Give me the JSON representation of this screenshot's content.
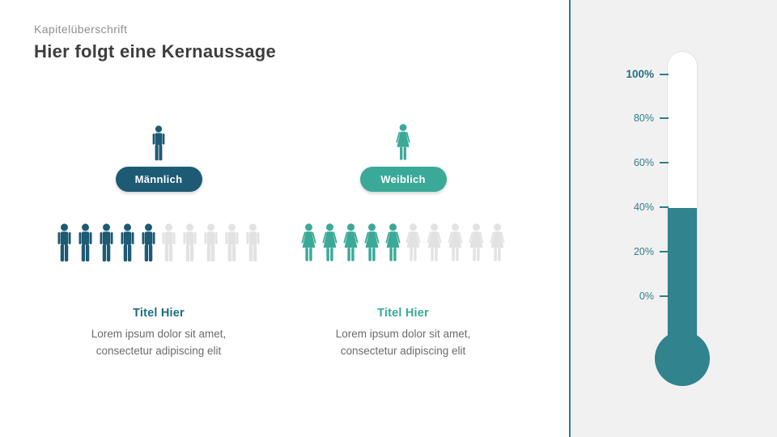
{
  "header": {
    "eyebrow": "Kapitelüberschrift",
    "title": "Hier folgt eine Kernaussage"
  },
  "groups": [
    {
      "id": "male",
      "label": "Männlich",
      "filled": 5,
      "total": 10,
      "color": "#1d5a74",
      "empty_color": "#e2e2e2",
      "blurb_title": "Titel Hier",
      "body_lines": [
        "Lorem ipsum dolor sit amet,",
        "consectetur adipiscing elit"
      ]
    },
    {
      "id": "female",
      "label": "Weiblich",
      "filled": 5,
      "total": 10,
      "color": "#3aa998",
      "empty_color": "#e2e2e2",
      "blurb_title": "Titel Hier",
      "body_lines": [
        "Lorem ipsum dolor sit amet,",
        "consectetur adipiscing elit"
      ]
    }
  ],
  "thermometer": {
    "value_percent": 40,
    "scale_labels": [
      "0%",
      "20%",
      "40%",
      "60%",
      "80%",
      "100%"
    ],
    "scale_step_percent": 20,
    "fill_color": "#31838e",
    "scale_color": "#2e7e8a"
  },
  "colors": {
    "panel_background": "#f1f1f2",
    "separator": "#2e7e8a",
    "title_text": "#3d3d3d",
    "eyebrow_text": "#8f8f8f",
    "body_text": "#6b6b6b"
  },
  "chart_data": [
    {
      "type": "pictograph",
      "categories": [
        "Männlich",
        "Weiblich"
      ],
      "values": [
        5,
        5
      ],
      "total_per_category": 10,
      "title": ""
    },
    {
      "type": "thermometer",
      "value": 40,
      "unit": "%",
      "axis_ticks": [
        0,
        20,
        40,
        60,
        80,
        100
      ]
    }
  ]
}
